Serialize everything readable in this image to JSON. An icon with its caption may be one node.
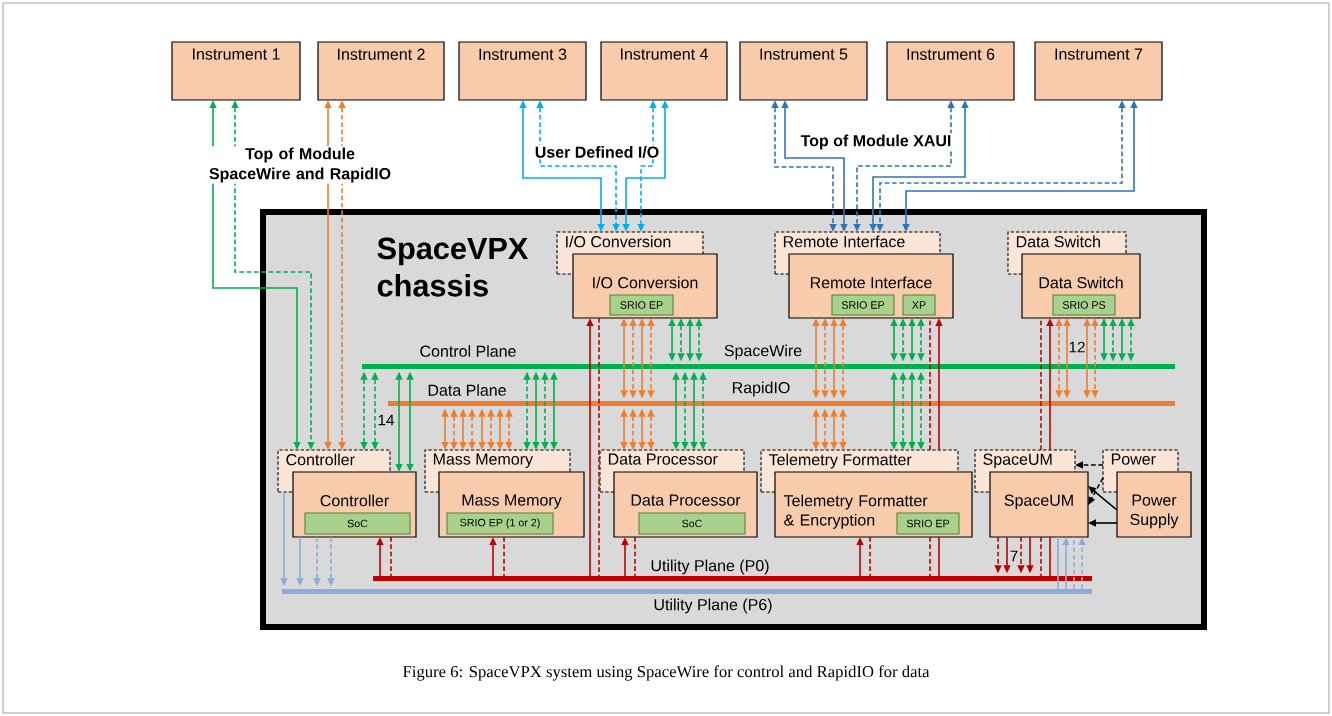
{
  "diagram": {
    "caption": "Figure 6: SpaceVPX system using SpaceWire for control and RapidIO for data",
    "nodes": [
      {
        "text": [
          "Instrument 1"
        ]
      },
      {
        "text": [
          "Instrument 2"
        ]
      },
      {
        "text": [
          "Instrument 3"
        ]
      },
      {
        "text": [
          "Instrument 4"
        ]
      },
      {
        "text": [
          "Instrument 5"
        ]
      },
      {
        "text": [
          "Instrument 6"
        ]
      },
      {
        "text": [
          "Instrument 7"
        ]
      },
      {
        "text": [
          "SpaceVPX chassis"
        ]
      },
      {
        "text": [
          "I/O Conversion"
        ],
        "in": 7
      },
      {
        "text": [
          "I/O Conversion"
        ],
        "in": 7
      },
      {
        "text": [
          "SRIO EP"
        ],
        "in": 9
      },
      {
        "text": [
          "Remote Interface"
        ],
        "in": 7
      },
      {
        "text": [
          "Remote Interface"
        ],
        "in": 7
      },
      {
        "text": [
          "SRIO EP"
        ],
        "in": 12
      },
      {
        "text": [
          "XP"
        ],
        "in": 12
      },
      {
        "text": [
          "Data Switch"
        ],
        "in": 7
      },
      {
        "text": [
          "Data Switch"
        ],
        "in": 7
      },
      {
        "text": [
          "SRIO PS"
        ],
        "in": 16
      },
      {
        "text": [
          "Control Plane",
          "SpaceWire"
        ],
        "in": 7
      },
      {
        "text": [
          "Data Plane",
          "RapidIO"
        ],
        "in": 7
      },
      {
        "text": [
          "Controller"
        ],
        "in": 7
      },
      {
        "text": [
          "Controller"
        ],
        "in": 7
      },
      {
        "text": [
          "SoC"
        ],
        "in": 21
      },
      {
        "text": [
          "Mass Memory"
        ],
        "in": 7
      },
      {
        "text": [
          "Mass Memory"
        ],
        "in": 7
      },
      {
        "text": [
          "SRIO EP (1 or 2)"
        ],
        "in": 24
      },
      {
        "text": [
          "Data Processor"
        ],
        "in": 7
      },
      {
        "text": [
          "Data Processor"
        ],
        "in": 7
      },
      {
        "text": [
          "SoC"
        ],
        "in": 27
      },
      {
        "text": [
          "Telemetry Formatter"
        ],
        "in": 7
      },
      {
        "text": [
          "Telemetry Formatter & Encryption"
        ],
        "in": 7
      },
      {
        "text": [
          "SRIO EP"
        ],
        "in": 30
      },
      {
        "text": [
          "SpaceUM"
        ],
        "in": 7
      },
      {
        "text": [
          "SpaceUM"
        ],
        "in": 7
      },
      {
        "text": [
          "Power"
        ],
        "in": 7
      },
      {
        "text": [
          "Power Supply"
        ],
        "in": 7
      },
      {
        "text": [
          "Utility Plane (P0)"
        ],
        "in": 7
      },
      {
        "text": [
          "Utility Plane (P6)"
        ],
        "in": 7
      }
    ],
    "edges": [
      {
        "from": 0,
        "to": 20,
        "arrow": "both",
        "color": "#00b050"
      },
      {
        "from": 0,
        "to": 20,
        "arrow": "both",
        "style": "dashed",
        "color": "#00b050"
      },
      {
        "from": 1,
        "to": 20,
        "arrow": "both",
        "color": "#ed7d31"
      },
      {
        "from": 1,
        "to": 20,
        "arrow": "both",
        "style": "dashed",
        "color": "#ed7d31"
      },
      {
        "from": 2,
        "to": 8,
        "arrow": "both",
        "color": "#00b0f0"
      },
      {
        "from": 2,
        "to": 8,
        "arrow": "both",
        "style": "dashed",
        "color": "#00b0f0"
      },
      {
        "from": 3,
        "to": 8,
        "arrow": "both",
        "color": "#00b0f0"
      },
      {
        "from": 3,
        "to": 8,
        "arrow": "both",
        "style": "dashed",
        "color": "#00b0f0"
      },
      {
        "from": 4,
        "to": 11,
        "arrow": "both",
        "color": "#2e75b6"
      },
      {
        "from": 4,
        "to": 11,
        "arrow": "both",
        "style": "dashed",
        "color": "#2e75b6"
      },
      {
        "from": 5,
        "to": 11,
        "arrow": "both",
        "color": "#2e75b6"
      },
      {
        "from": 5,
        "to": 11,
        "arrow": "both",
        "style": "dashed",
        "color": "#2e75b6"
      },
      {
        "from": 6,
        "to": 11,
        "arrow": "both",
        "color": "#2e75b6"
      },
      {
        "from": 6,
        "to": 11,
        "arrow": "both",
        "style": "dashed",
        "color": "#2e75b6"
      },
      {
        "from": 18,
        "to": 20,
        "arrow": "both",
        "style": "dashed",
        "color": "#00b050"
      },
      {
        "from": 18,
        "to": 20,
        "arrow": "both",
        "style": "dashed",
        "color": "#00b050"
      },
      {
        "from": 18,
        "to": 21,
        "arrow": "both",
        "color": "#00b050"
      },
      {
        "from": 18,
        "to": 21,
        "arrow": "both",
        "color": "#00b050"
      },
      {
        "from": 36,
        "to": 21,
        "arrow": "to",
        "color": "#c00000"
      },
      {
        "from": 21,
        "to": 36,
        "arrow": "none",
        "style": "dashed",
        "color": "#c00000"
      },
      {
        "from": 20,
        "to": 37,
        "arrow": "to",
        "color": "#8faadc"
      },
      {
        "from": 21,
        "to": 37,
        "arrow": "to",
        "color": "#8faadc"
      },
      {
        "from": 21,
        "to": 37,
        "arrow": "to",
        "style": "dashed",
        "color": "#8faadc"
      },
      {
        "from": 21,
        "to": 37,
        "arrow": "to",
        "style": "dashed",
        "color": "#8faadc"
      },
      {
        "from": 19,
        "to": 23,
        "arrow": "both",
        "color": "#ed7d31"
      },
      {
        "from": 19,
        "to": 23,
        "arrow": "both",
        "style": "dashed",
        "color": "#ed7d31"
      },
      {
        "from": 19,
        "to": 23,
        "arrow": "both",
        "color": "#ed7d31"
      },
      {
        "from": 19,
        "to": 23,
        "arrow": "both",
        "style": "dashed",
        "color": "#ed7d31"
      },
      {
        "from": 19,
        "to": 23,
        "arrow": "both",
        "color": "#ed7d31"
      },
      {
        "from": 19,
        "to": 23,
        "arrow": "both",
        "style": "dashed",
        "color": "#ed7d31"
      },
      {
        "from": 19,
        "to": 23,
        "arrow": "both",
        "color": "#ed7d31"
      },
      {
        "from": 19,
        "to": 23,
        "arrow": "both",
        "style": "dashed",
        "color": "#ed7d31"
      },
      {
        "from": 18,
        "to": 23,
        "arrow": "both",
        "style": "dashed",
        "color": "#00b050"
      },
      {
        "from": 18,
        "to": 23,
        "arrow": "both",
        "color": "#00b050"
      },
      {
        "from": 18,
        "to": 23,
        "arrow": "both",
        "style": "dashed",
        "color": "#00b050"
      },
      {
        "from": 18,
        "to": 23,
        "arrow": "both",
        "color": "#00b050"
      },
      {
        "from": 36,
        "to": 24,
        "arrow": "to",
        "color": "#c00000"
      },
      {
        "from": 24,
        "to": 36,
        "arrow": "none",
        "style": "dashed",
        "color": "#c00000"
      },
      {
        "from": 36,
        "to": 9,
        "arrow": "to",
        "color": "#c00000"
      },
      {
        "from": 9,
        "to": 36,
        "arrow": "none",
        "style": "dashed",
        "color": "#c00000"
      },
      {
        "from": 9,
        "to": 19,
        "arrow": "both",
        "color": "#ed7d31"
      },
      {
        "from": 9,
        "to": 19,
        "arrow": "both",
        "style": "dashed",
        "color": "#ed7d31"
      },
      {
        "from": 9,
        "to": 19,
        "arrow": "both",
        "color": "#ed7d31"
      },
      {
        "from": 9,
        "to": 19,
        "arrow": "both",
        "style": "dashed",
        "color": "#ed7d31"
      },
      {
        "from": 19,
        "to": 26,
        "arrow": "both",
        "color": "#ed7d31"
      },
      {
        "from": 19,
        "to": 26,
        "arrow": "both",
        "style": "dashed",
        "color": "#ed7d31"
      },
      {
        "from": 19,
        "to": 26,
        "arrow": "both",
        "color": "#ed7d31"
      },
      {
        "from": 19,
        "to": 26,
        "arrow": "both",
        "style": "dashed",
        "color": "#ed7d31"
      },
      {
        "from": 9,
        "to": 18,
        "arrow": "both",
        "color": "#00b050"
      },
      {
        "from": 9,
        "to": 18,
        "arrow": "both",
        "style": "dashed",
        "color": "#00b050"
      },
      {
        "from": 9,
        "to": 18,
        "arrow": "both",
        "color": "#00b050"
      },
      {
        "from": 9,
        "to": 18,
        "arrow": "both",
        "style": "dashed",
        "color": "#00b050"
      },
      {
        "from": 18,
        "to": 26,
        "arrow": "both",
        "color": "#00b050"
      },
      {
        "from": 18,
        "to": 26,
        "arrow": "both",
        "style": "dashed",
        "color": "#00b050"
      },
      {
        "from": 18,
        "to": 26,
        "arrow": "both",
        "color": "#00b050"
      },
      {
        "from": 18,
        "to": 26,
        "arrow": "both",
        "style": "dashed",
        "color": "#00b050"
      },
      {
        "from": 36,
        "to": 27,
        "arrow": "to",
        "color": "#c00000"
      },
      {
        "from": 27,
        "to": 36,
        "arrow": "none",
        "style": "dashed",
        "color": "#c00000"
      },
      {
        "from": 12,
        "to": 19,
        "arrow": "both",
        "color": "#ed7d31"
      },
      {
        "from": 12,
        "to": 19,
        "arrow": "both",
        "style": "dashed",
        "color": "#ed7d31"
      },
      {
        "from": 12,
        "to": 19,
        "arrow": "both",
        "color": "#ed7d31"
      },
      {
        "from": 12,
        "to": 19,
        "arrow": "both",
        "style": "dashed",
        "color": "#ed7d31"
      },
      {
        "from": 19,
        "to": 29,
        "arrow": "both",
        "color": "#ed7d31"
      },
      {
        "from": 19,
        "to": 29,
        "arrow": "both",
        "style": "dashed",
        "color": "#ed7d31"
      },
      {
        "from": 19,
        "to": 29,
        "arrow": "both",
        "color": "#ed7d31"
      },
      {
        "from": 19,
        "to": 29,
        "arrow": "both",
        "style": "dashed",
        "color": "#ed7d31"
      },
      {
        "from": 12,
        "to": 18,
        "arrow": "both",
        "color": "#00b050"
      },
      {
        "from": 12,
        "to": 18,
        "arrow": "both",
        "style": "dashed",
        "color": "#00b050"
      },
      {
        "from": 12,
        "to": 18,
        "arrow": "both",
        "color": "#00b050"
      },
      {
        "from": 12,
        "to": 18,
        "arrow": "both",
        "style": "dashed",
        "color": "#00b050"
      },
      {
        "from": 18,
        "to": 29,
        "arrow": "both",
        "color": "#00b050"
      },
      {
        "from": 18,
        "to": 29,
        "arrow": "both",
        "style": "dashed",
        "color": "#00b050"
      },
      {
        "from": 18,
        "to": 29,
        "arrow": "both",
        "color": "#00b050"
      },
      {
        "from": 18,
        "to": 29,
        "arrow": "both",
        "style": "dashed",
        "color": "#00b050"
      },
      {
        "from": 29,
        "to": 12,
        "arrow": "to",
        "color": "#c00000"
      },
      {
        "from": 29,
        "to": 12,
        "arrow": "none",
        "style": "dashed",
        "color": "#c00000"
      },
      {
        "from": 30,
        "to": 36,
        "arrow": "none",
        "color": "#c00000"
      },
      {
        "from": 30,
        "to": 36,
        "arrow": "none",
        "style": "dashed",
        "color": "#c00000"
      },
      {
        "from": 36,
        "to": 30,
        "arrow": "to",
        "color": "#c00000"
      },
      {
        "from": 30,
        "to": 36,
        "arrow": "none",
        "style": "dashed",
        "color": "#c00000"
      },
      {
        "from": 16,
        "to": 19,
        "arrow": "both",
        "style": "dashed",
        "color": "#ed7d31"
      },
      {
        "from": 16,
        "to": 19,
        "arrow": "both",
        "color": "#ed7d31"
      },
      {
        "from": 16,
        "to": 19,
        "arrow": "both",
        "color": "#ed7d31"
      },
      {
        "from": 16,
        "to": 19,
        "arrow": "both",
        "style": "dashed",
        "color": "#ed7d31"
      },
      {
        "from": 16,
        "to": 18,
        "arrow": "both",
        "color": "#00b050"
      },
      {
        "from": 16,
        "to": 18,
        "arrow": "both",
        "style": "dashed",
        "color": "#00b050"
      },
      {
        "from": 16,
        "to": 18,
        "arrow": "both",
        "color": "#00b050"
      },
      {
        "from": 16,
        "to": 18,
        "arrow": "both",
        "style": "dashed",
        "color": "#00b050"
      },
      {
        "from": 32,
        "to": 16,
        "arrow": "to",
        "color": "#c00000"
      },
      {
        "from": 32,
        "to": 16,
        "arrow": "none",
        "style": "dashed",
        "color": "#c00000"
      },
      {
        "from": 33,
        "to": 36,
        "arrow": "to",
        "style": "dashed",
        "color": "#c00000"
      },
      {
        "from": 33,
        "to": 36,
        "arrow": "to",
        "color": "#c00000"
      },
      {
        "from": 33,
        "to": 36,
        "arrow": "to",
        "style": "dashed",
        "color": "#c00000"
      },
      {
        "from": 33,
        "to": 36,
        "arrow": "to",
        "color": "#c00000"
      },
      {
        "from": 33,
        "to": 36,
        "arrow": "none",
        "style": "dashed",
        "color": "#c00000"
      },
      {
        "from": 33,
        "to": 36,
        "arrow": "none",
        "color": "#c00000"
      },
      {
        "from": 37,
        "to": 33,
        "arrow": "none",
        "color": "#8faadc"
      },
      {
        "from": 37,
        "to": 33,
        "arrow": "to",
        "color": "#8faadc"
      },
      {
        "from": 37,
        "to": 33,
        "arrow": "none",
        "style": "dashed",
        "color": "#8faadc"
      },
      {
        "from": 37,
        "to": 33,
        "arrow": "to",
        "style": "dashed",
        "color": "#8faadc"
      },
      {
        "from": 34,
        "to": 32,
        "arrow": "to",
        "style": "dashed",
        "color": "#000000"
      },
      {
        "from": 34,
        "to": 33,
        "arrow": "to",
        "style": "dashed",
        "color": "#000000"
      },
      {
        "from": 35,
        "to": 33,
        "arrow": "to",
        "color": "#000000"
      },
      {
        "from": 35,
        "to": 33,
        "arrow": "to",
        "color": "#000000"
      }
    ],
    "labels": [
      "Top of Module SpaceWire and RapidIO",
      "User Defined I/O",
      "Top of Module XAUI",
      "14",
      "12",
      "7"
    ]
  }
}
